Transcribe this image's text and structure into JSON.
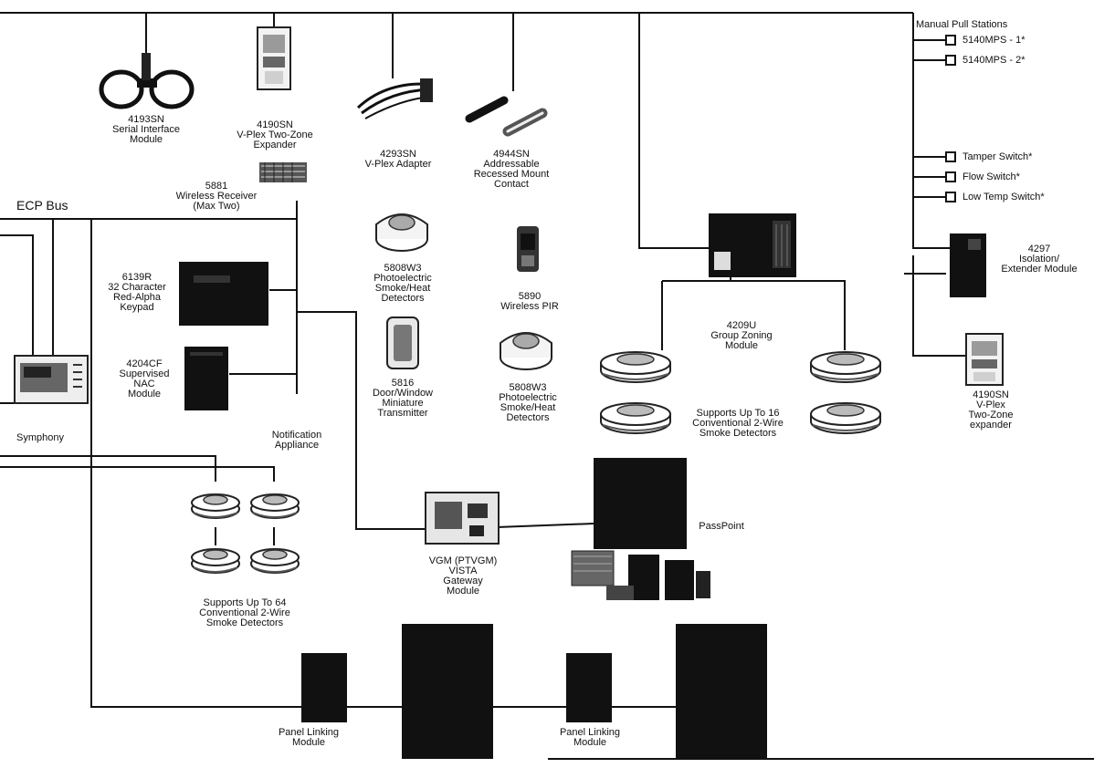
{
  "bus_label": "ECP Bus",
  "devices": {
    "serial_interface": [
      "4193SN",
      "Serial Interface",
      "Module"
    ],
    "vplex_expander_top": [
      "4190SN",
      "V-Plex Two-Zone",
      "Expander"
    ],
    "vplex_adapter": [
      "4293SN",
      "V-Plex Adapter"
    ],
    "recessed_contact": [
      "4944SN",
      "Addressable",
      "Recessed Mount",
      "Contact"
    ],
    "wireless_receiver": [
      "5881",
      "Wireless Receiver",
      "(Max Two)"
    ],
    "keypad": [
      "6139R",
      "32 Character",
      "Red-Alpha",
      "Keypad"
    ],
    "nac_module": [
      "4204CF",
      "Supervised",
      "NAC",
      "Module"
    ],
    "symphony": [
      "Symphony"
    ],
    "smoke_heat_1": [
      "5808W3",
      "Photoelectric",
      "Smoke/Heat",
      "Detectors"
    ],
    "door_window": [
      "5816",
      "Door/Window",
      "Miniature",
      "Transmitter"
    ],
    "wireless_pir": [
      "5890",
      "Wireless PIR"
    ],
    "smoke_heat_2": [
      "5808W3",
      "Photoelectric",
      "Smoke/Heat",
      "Detectors"
    ],
    "group_zoning": [
      "4209U",
      "Group Zoning",
      "Module"
    ],
    "isolation_module": [
      "4297",
      "Isolation/",
      "Extender Module"
    ],
    "vplex_expander_right": [
      "4190SN",
      "V-Plex",
      "Two-Zone",
      "expander"
    ],
    "conventional_16": [
      "Supports Up To 16",
      "Conventional 2-Wire",
      "Smoke Detectors"
    ],
    "notification": [
      "Notification",
      "Appliance"
    ],
    "conventional_64": [
      "Supports Up To 64",
      "Conventional 2-Wire",
      "Smoke Detectors"
    ],
    "vgm": [
      "VGM (PTVGM)",
      "VISTA",
      "Gateway",
      "Module"
    ],
    "passpoint": [
      "PassPoint"
    ],
    "panel_linking_1": [
      "Panel Linking",
      "Module"
    ],
    "panel_linking_2": [
      "Panel Linking",
      "Module"
    ]
  },
  "manual_pull": {
    "title": "Manual Pull Stations",
    "items": [
      "5140MPS - 1*",
      "5140MPS - 2*"
    ]
  },
  "switches": [
    "Tamper Switch*",
    "Flow Switch*",
    "Low Temp Switch*"
  ]
}
